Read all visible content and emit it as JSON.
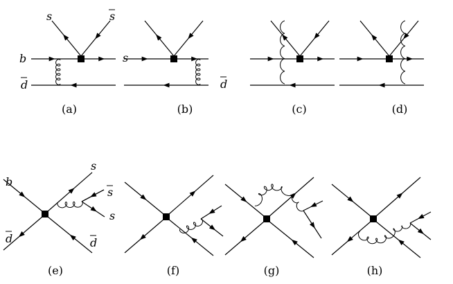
{
  "diagrams": [
    {
      "id": "a",
      "caption": "(a)",
      "labels": {
        "s_top_left": "s",
        "sbar_top_right": "s",
        "b_left": "b",
        "s_right": "s",
        "dbar_left": "d"
      }
    },
    {
      "id": "b",
      "caption": "(b)",
      "labels": {
        "dbar_right": "d"
      }
    },
    {
      "id": "c",
      "caption": "(c)",
      "labels": {}
    },
    {
      "id": "d",
      "caption": "(d)",
      "labels": {}
    },
    {
      "id": "e",
      "caption": "(e)",
      "labels": {
        "b_left": "b",
        "dbar_left": "d",
        "s_top": "s",
        "sbar_mid": "s",
        "s_mid": "s",
        "dbar_bottom": "d"
      }
    },
    {
      "id": "f",
      "caption": "(f)",
      "labels": {}
    },
    {
      "id": "g",
      "caption": "(g)",
      "labels": {}
    },
    {
      "id": "h",
      "caption": "(h)",
      "labels": {}
    }
  ]
}
